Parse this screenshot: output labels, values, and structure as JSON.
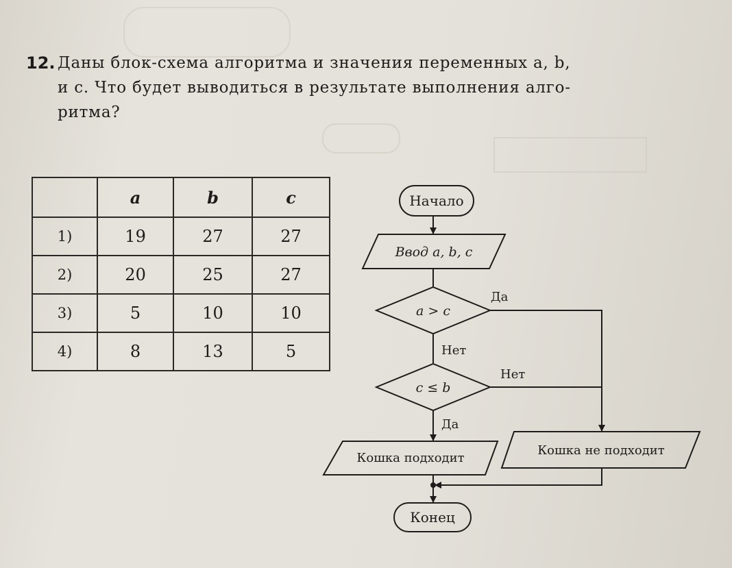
{
  "problem": {
    "number": "12.",
    "line1": "Даны блок-схема алгоритма и значения переменных a, b,",
    "line2": "и c. Что будет выводиться в результате выполнения алго-",
    "line3": "ритма?"
  },
  "table": {
    "headers": [
      "",
      "a",
      "b",
      "c"
    ],
    "rows": [
      [
        "1)",
        "19",
        "27",
        "27"
      ],
      [
        "2)",
        "20",
        "25",
        "27"
      ],
      [
        "3)",
        "5",
        "10",
        "10"
      ],
      [
        "4)",
        "8",
        "13",
        "5"
      ]
    ]
  },
  "flowchart": {
    "start": "Начало",
    "input": "Ввод a, b, c",
    "condition1": "a > c",
    "condition1_yes": "Да",
    "condition1_no": "Нет",
    "condition2": "c ≤ b",
    "condition2_yes": "Да",
    "condition2_no": "Нет",
    "output_yes": "Кошка подходит",
    "output_no": "Кошка не подходит",
    "end": "Конец"
  }
}
